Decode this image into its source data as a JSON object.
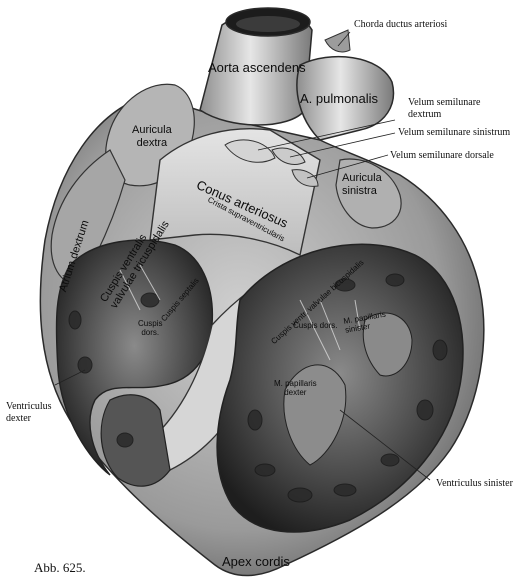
{
  "figure": {
    "caption": "Abb. 625.",
    "labels": {
      "chorda_ductus_arteriosi": "Chorda ductus arteriosi",
      "aorta_ascendens": "Aorta ascendens",
      "a_pulmonalis": "A. pulmonalis",
      "velum_semilunare_dextrum": "Velum semilunare\ndextrum",
      "velum_semilunare_sinistrum": "Velum semilunare sinistrum",
      "velum_semilunare_dorsale": "Velum semilunare dorsale",
      "auricula_dextra": "Auricula\ndextra",
      "auricula_sinistra": "Auricula\nsinistra",
      "conus_arteriosus": "Conus arteriosus",
      "crista_supraventricularis": "Crista supraventricularis",
      "atrium_dextrum": "Atrium dextrum",
      "cuspis_ventralis_valvulae_tricuspidalis": "Cuspis ventralis\nvalvulae tricuspidalis",
      "cuspis_septalis": "Cuspis septalis",
      "cuspis_dors_right": "Cuspis\ndors.",
      "cuspis_ventr_valvulae_bicuspidalis": "Cuspis ventr. valvulae bicuspidalis",
      "cuspis_dors_left": "Cuspis dors.",
      "m_papillaris_sinister": "M. papillaris\nsinister",
      "m_papillaris_dexter": "M. papillaris\ndexter",
      "ventriculus_dexter": "Ventriculus\ndexter",
      "ventriculus_sinister": "Ventriculus sinister",
      "apex_cordis": "Apex cordis"
    }
  }
}
